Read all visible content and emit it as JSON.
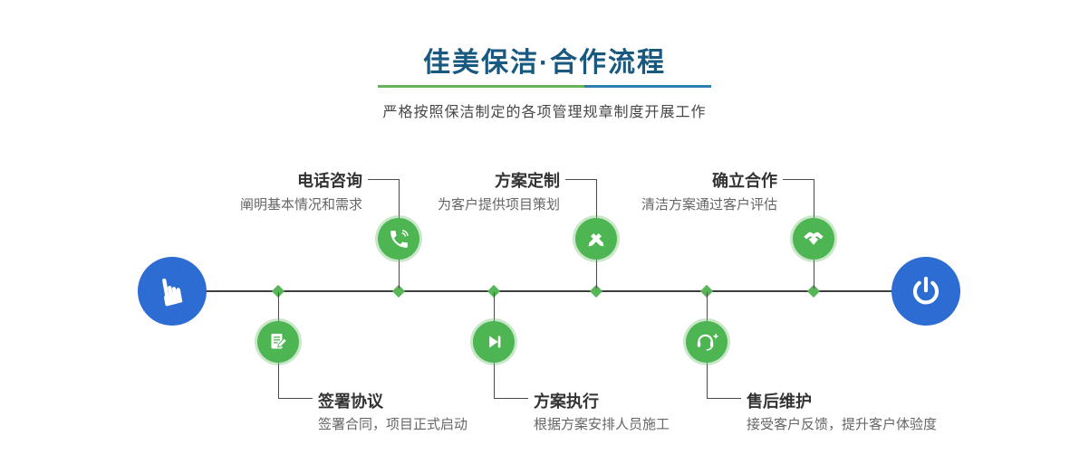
{
  "header": {
    "title": "佳美保洁·合作流程",
    "subtitle": "严格按照保洁制定的各项管理规章制度开展工作"
  },
  "colors": {
    "title_blue": "#19587f",
    "accent_blue": "#2c6cd3",
    "accent_green": "#4db551",
    "underline_green": "#66b35a",
    "underline_blue": "#2e7fb0",
    "timeline_line": "#3d3d3d",
    "diamond_green": "#57b757"
  },
  "timeline": {
    "start_icon": "hand-pointer-icon",
    "end_icon": "power-icon"
  },
  "steps_top": [
    {
      "title": "电话咨询",
      "desc": "阐明基本情况和需求",
      "icon": "phone-icon"
    },
    {
      "title": "方案定制",
      "desc": "为客户提供项目策划",
      "icon": "design-icon"
    },
    {
      "title": "确立合作",
      "desc": "清洁方案通过客户评估",
      "icon": "handshake-icon"
    }
  ],
  "steps_bottom": [
    {
      "title": "签署协议",
      "desc": "签署合同，项目正式启动",
      "icon": "contract-icon"
    },
    {
      "title": "方案执行",
      "desc": "根据方案安排人员施工",
      "icon": "execute-icon"
    },
    {
      "title": "售后维护",
      "desc": "接受客户反馈，提升客户体验度",
      "icon": "service-icon"
    }
  ]
}
